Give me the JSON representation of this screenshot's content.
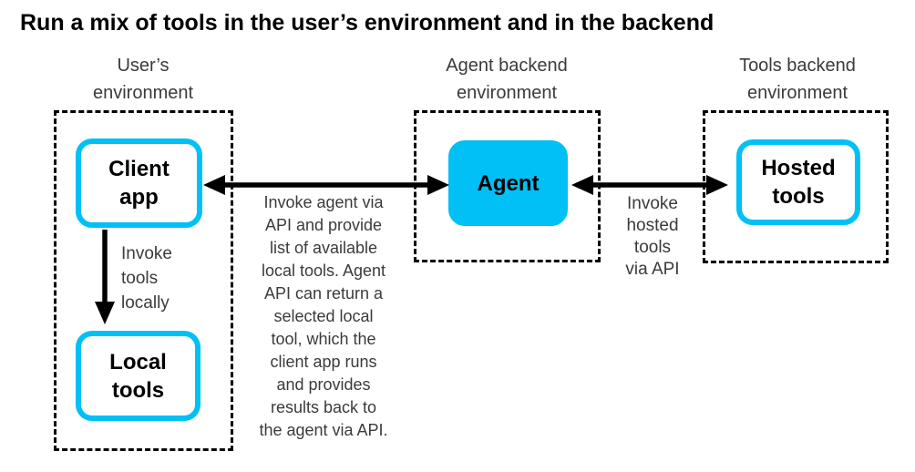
{
  "title": "Run a mix of tools in the user’s environment and in the backend",
  "colors": {
    "accent_cyan": "#00c0f5",
    "text_dark": "#3b3b3b",
    "arrow_black": "#000000"
  },
  "environments": {
    "user": {
      "label": "User’s\nenvironment"
    },
    "agent_backend": {
      "label": "Agent backend\nenvironment"
    },
    "tools_backend": {
      "label": "Tools backend\nenvironment"
    }
  },
  "nodes": {
    "client_app": {
      "label": "Client\napp"
    },
    "local_tools": {
      "label": "Local\ntools"
    },
    "agent": {
      "label": "Agent"
    },
    "hosted_tools": {
      "label": "Hosted\ntools"
    }
  },
  "annotations": {
    "invoke_locally": "Invoke\ntools\nlocally",
    "invoke_agent": "Invoke agent via\nAPI and provide\nlist of available\nlocal tools. Agent\nAPI can return a\nselected local\ntool, which the\nclient app runs\nand provides\nresults back to\nthe agent via API.",
    "invoke_hosted": "Invoke\nhosted\ntools\nvia API"
  }
}
